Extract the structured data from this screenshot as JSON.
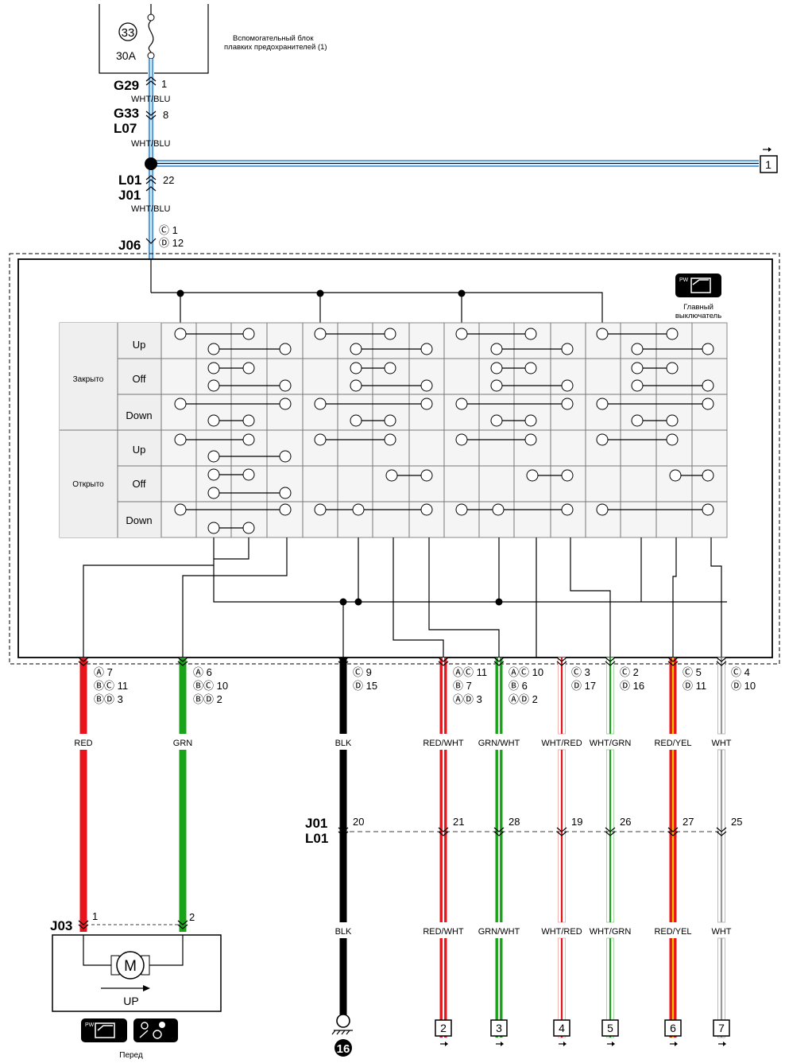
{
  "fuse_block": {
    "fuse_number": "33",
    "rating": "30A",
    "label_line1": "Вспомогательный блок",
    "label_line2": "плавких предохранителей (1)"
  },
  "connectors_top": [
    {
      "name": "G29",
      "pin": "1",
      "wire": "WHT/BLU"
    },
    {
      "name": "G33",
      "name2": "L07",
      "pin": "8",
      "wire": "WHT/BLU"
    },
    {
      "name": "L01",
      "name2": "J01",
      "pin": "22",
      "wire": "WHT/BLU"
    },
    {
      "name": "J06",
      "pin_c": "1",
      "pin_d": "12"
    }
  ],
  "ref_top": "1",
  "switch": {
    "label_line1": "Главный",
    "label_line2": "выключатель",
    "badge": "PW"
  },
  "grid": {
    "groups": [
      {
        "label": "Закрыто",
        "rows": [
          "Up",
          "Off",
          "Down"
        ]
      },
      {
        "label": "Открыто",
        "rows": [
          "Up",
          "Off",
          "Down"
        ]
      }
    ]
  },
  "wires": [
    {
      "color": "RED",
      "pins": [
        "Ⓐ 7",
        "ⒷⒸ 11",
        "ⒷⒹ 3"
      ]
    },
    {
      "color": "GRN",
      "pins": [
        "Ⓐ 6",
        "ⒷⒸ 10",
        "ⒷⒹ 2"
      ]
    },
    {
      "color": "BLK",
      "pins": [
        "Ⓒ 9",
        "Ⓓ 15"
      ],
      "j01_pin": "20",
      "bottom": "BLK",
      "ground": "16"
    },
    {
      "color": "RED/WHT",
      "pins": [
        "ⒶⒸ 11",
        "Ⓑ 7",
        "ⒶⒹ 3"
      ],
      "j01_pin": "21",
      "bottom": "RED/WHT",
      "ref": "2"
    },
    {
      "color": "GRN/WHT",
      "pins": [
        "ⒶⒸ 10",
        "Ⓑ 6",
        "ⒶⒹ 2"
      ],
      "j01_pin": "28",
      "bottom": "GRN/WHT",
      "ref": "3"
    },
    {
      "color": "WHT/RED",
      "pins": [
        "Ⓒ 3",
        "Ⓓ 17"
      ],
      "j01_pin": "19",
      "bottom": "WHT/RED",
      "ref": "4"
    },
    {
      "color": "WHT/GRN",
      "pins": [
        "Ⓒ 2",
        "Ⓓ 16"
      ],
      "j01_pin": "26",
      "bottom": "WHT/GRN",
      "ref": "5"
    },
    {
      "color": "RED/YEL",
      "pins": [
        "Ⓒ 5",
        "Ⓓ 11"
      ],
      "j01_pin": "27",
      "bottom": "RED/YEL",
      "ref": "6"
    },
    {
      "color": "WHT",
      "pins": [
        "Ⓒ 4",
        "Ⓓ 10"
      ],
      "j01_pin": "25",
      "bottom": "WHT",
      "ref": "7"
    }
  ],
  "j01_label": "J01",
  "l01_label": "L01",
  "motor": {
    "connector": "J03",
    "pin1": "1",
    "pin2": "2",
    "symbol": "M",
    "direction": "UP",
    "caption": "Перед",
    "badge": "PW"
  },
  "colors": {
    "red": "#e8141c",
    "green": "#19a319",
    "blue": "#3b8fd6",
    "black": "#000000",
    "yellow": "#f2c500"
  }
}
